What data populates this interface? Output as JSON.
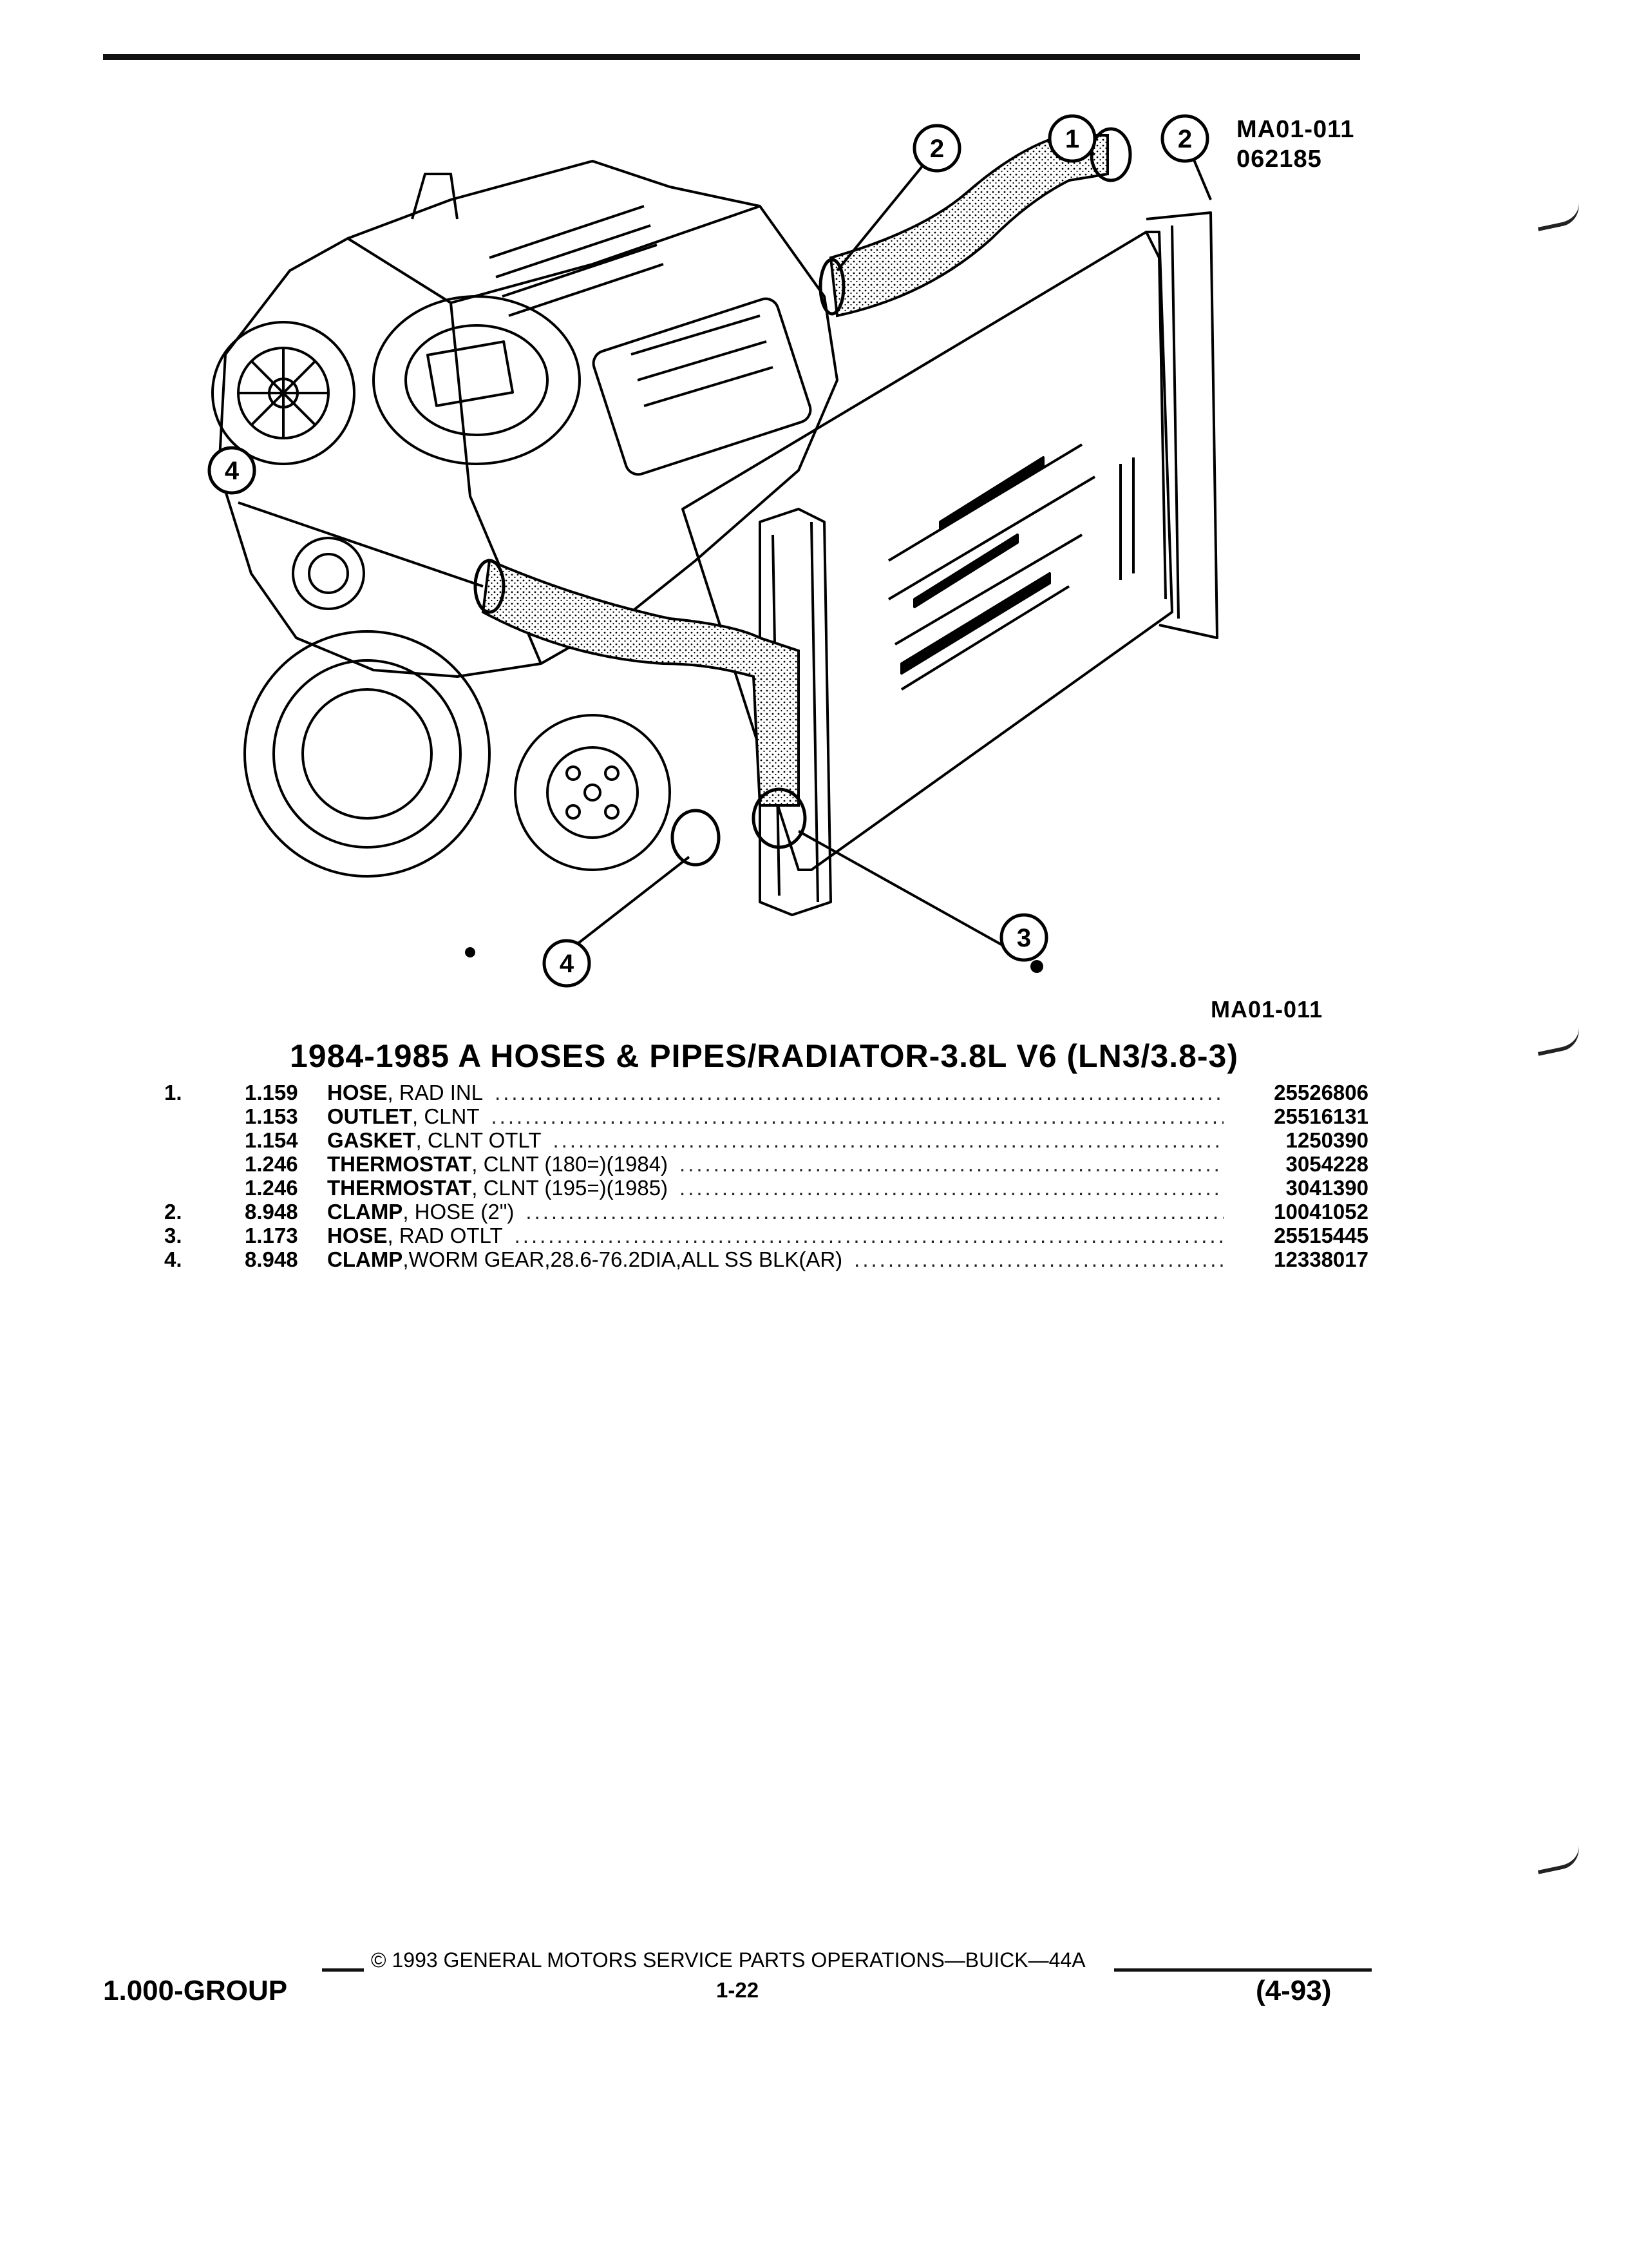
{
  "figure": {
    "code_top": "MA01-011",
    "date_code": "062185",
    "code_bottom": "MA01-011",
    "callouts": [
      "1",
      "2",
      "2",
      "3",
      "4",
      "4"
    ]
  },
  "section_title": "1984-1985 A HOSES & PIPES/RADIATOR-3.8L V6 (LN3/3.8-3)",
  "parts": [
    {
      "ref": "1.",
      "code": "1.159",
      "name": "HOSE",
      "modifier": ", RAD INL",
      "part_number": "25526806"
    },
    {
      "ref": "",
      "code": "1.153",
      "name": "OUTLET",
      "modifier": ", CLNT",
      "part_number": "25516131"
    },
    {
      "ref": "",
      "code": "1.154",
      "name": "GASKET",
      "modifier": ", CLNT OTLT",
      "part_number": "1250390"
    },
    {
      "ref": "",
      "code": "1.246",
      "name": "THERMOSTAT",
      "modifier": ", CLNT (180=)(1984)",
      "part_number": "3054228"
    },
    {
      "ref": "",
      "code": "1.246",
      "name": "THERMOSTAT",
      "modifier": ", CLNT (195=)(1985)",
      "part_number": "3041390"
    },
    {
      "ref": "2.",
      "code": "8.948",
      "name": "CLAMP",
      "modifier": ", HOSE (2\")",
      "part_number": "10041052"
    },
    {
      "ref": "3.",
      "code": "1.173",
      "name": "HOSE",
      "modifier": ", RAD OTLT",
      "part_number": "25515445"
    },
    {
      "ref": "4.",
      "code": "8.948",
      "name": "CLAMP",
      "modifier": ",WORM GEAR,28.6-76.2DIA,ALL SS BLK(AR)",
      "part_number": "12338017"
    }
  ],
  "footer": {
    "group": "1.000-GROUP",
    "copyright": "© 1993 GENERAL MOTORS SERVICE PARTS OPERATIONS—BUICK—44A",
    "page": "1-22",
    "revision": "(4-93)"
  }
}
